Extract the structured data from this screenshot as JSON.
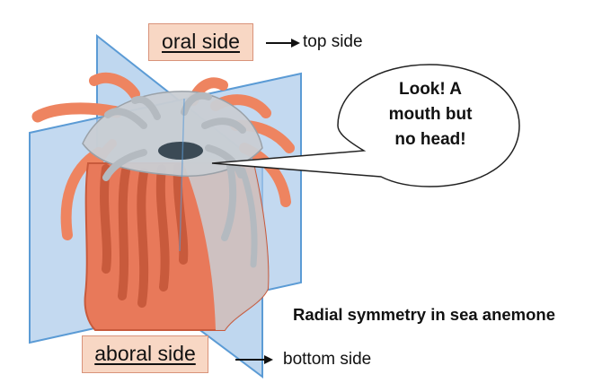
{
  "labels": {
    "oral": "oral side",
    "top": "top side",
    "aboral": "aboral side",
    "bottom": "bottom side"
  },
  "speech_bubble": {
    "lines": [
      "Look! A",
      "mouth but",
      "no head!"
    ]
  },
  "caption": "Radial symmetry in sea anemone",
  "colors": {
    "plane": "#a9c9ea",
    "plane_edge": "#5b9bd5",
    "body": "#e8795a",
    "body_edge": "#c85a3c",
    "tentacle": "#ee8460",
    "oral_disc": "#c9ced3",
    "mouth": "#3b4a55",
    "label_fill": "#f8d7c4",
    "label_border": "#d9937a"
  }
}
